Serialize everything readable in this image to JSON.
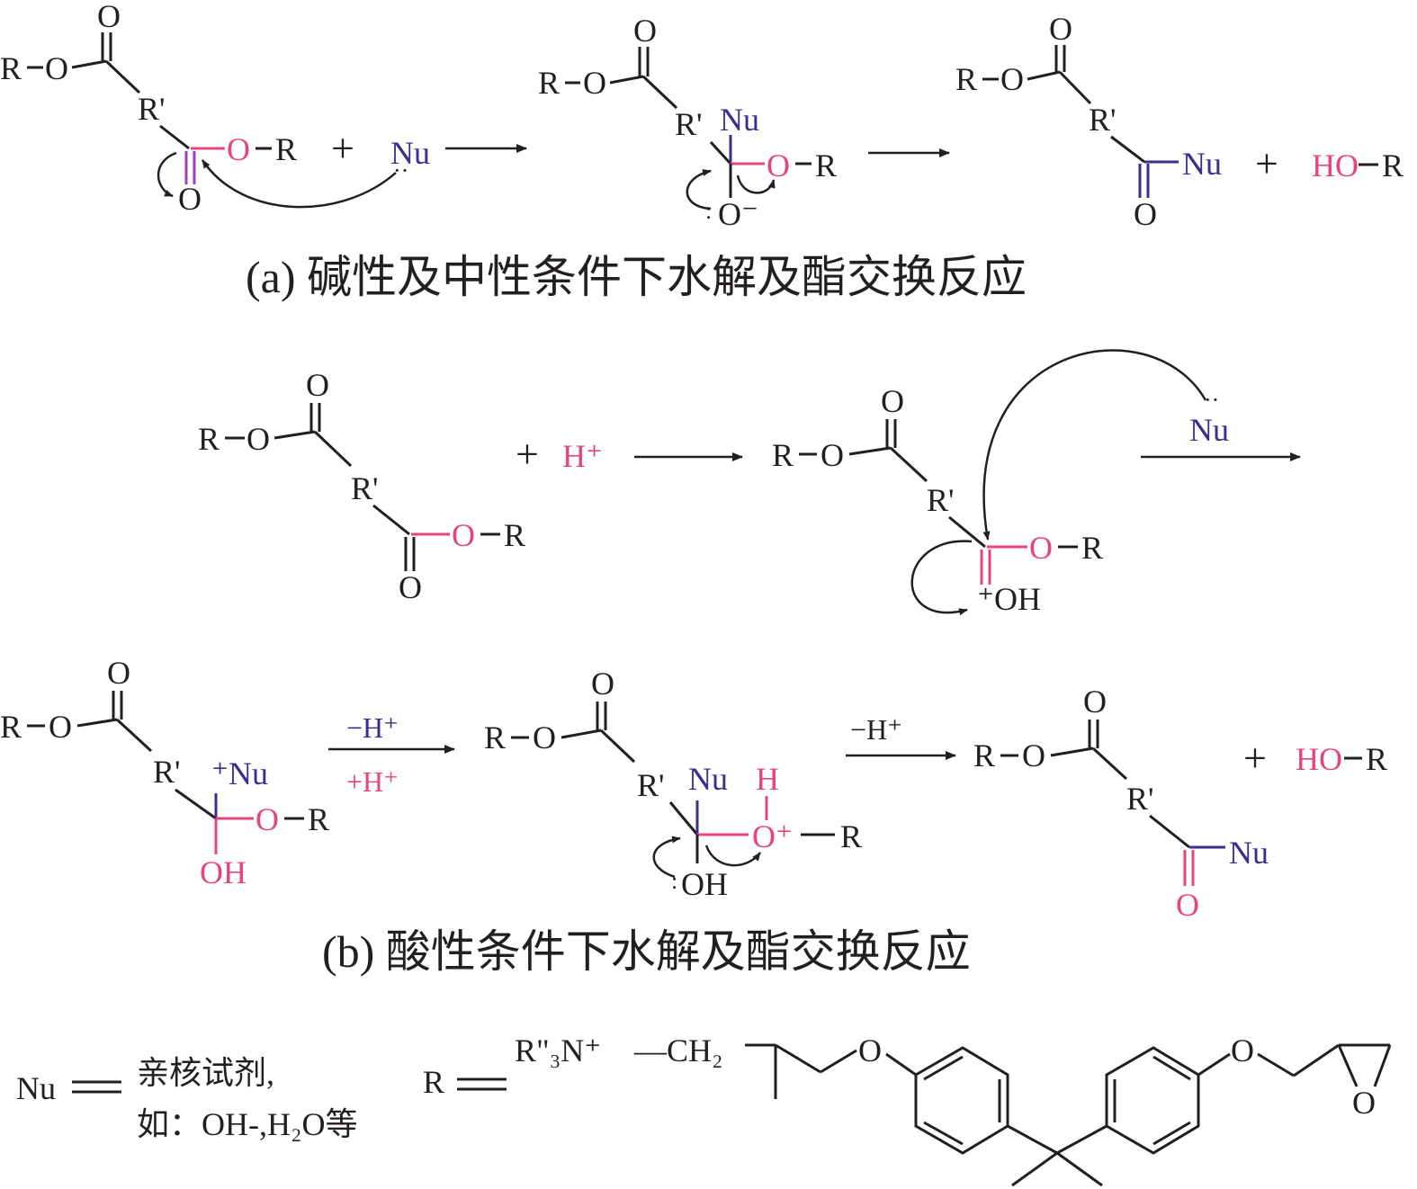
{
  "captions": {
    "a": "(a) 碱性及中性条件下水解及酯交换反应",
    "b": "(b) 酸性条件下水解及酯交换反应"
  },
  "atoms": {
    "R": "R",
    "O": "O",
    "R_prime": "R'",
    "Nu": "Nu",
    "O_minus": "O⁻",
    "HO": "HO",
    "H_plus": "H⁺",
    "OH": "OH",
    "plus_OH": "⁺OH",
    "plus_Nu": "⁺Nu",
    "H": "H",
    "O_plus": "O⁺",
    "lone_pair": ":",
    "lone_pair_top": "··"
  },
  "signs": {
    "plus": "+"
  },
  "arrow_labels": {
    "minus_H": "−H⁺",
    "plus_H": "+H⁺"
  },
  "legend": {
    "nu_eq": "Nu",
    "nu_desc_line1": "亲核试剂,",
    "nu_desc_line2": "如：OH-,H₂O等",
    "r_eq": "R",
    "r_amine": "R\"₃N⁺",
    "r_ch2": "—CH₂"
  },
  "colors": {
    "ester_oxygen": "#e5457d",
    "nucleophile": "#3a2f8f",
    "carbonyl_highlight": "#9b3fc0",
    "text": "#231f20"
  }
}
